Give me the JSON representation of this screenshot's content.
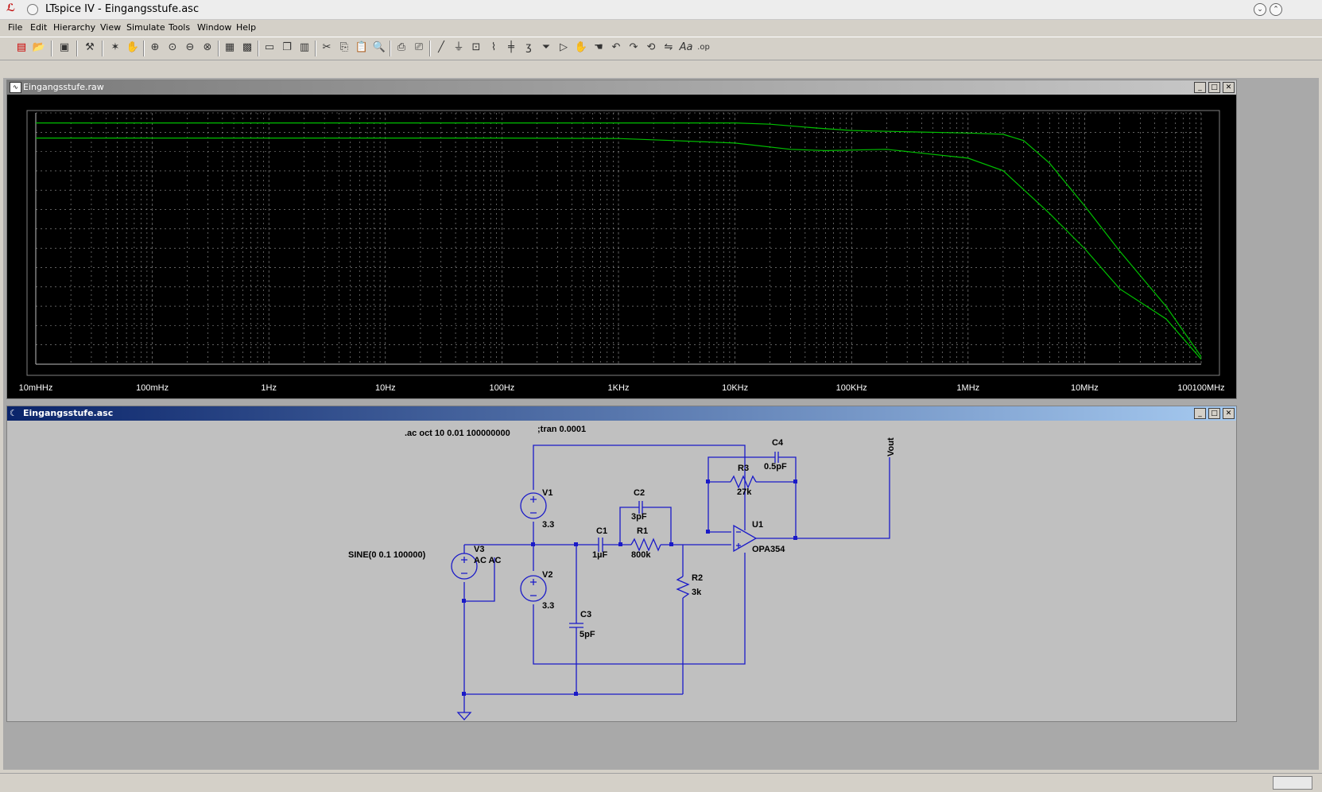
{
  "window": {
    "title": "LTspice IV - Eingangsstufe.asc",
    "app_icon": "ltspice-icon"
  },
  "menu": [
    "File",
    "Edit",
    "Hierarchy",
    "View",
    "Simulate",
    "Tools",
    "Window",
    "Help"
  ],
  "waveform_window": {
    "title": "Eingangsstufe.raw",
    "x_tick_labels": [
      "10mHHz",
      "100mHz",
      "1Hz",
      "10Hz",
      "100Hz",
      "1KHz",
      "10KHz",
      "100KHz",
      "1MHz",
      "10MHz",
      "100100MHz"
    ],
    "trace_color": "#00c000",
    "grid": true,
    "x_scale": "log"
  },
  "schematic_window": {
    "title": "Eingangsstufe.asc",
    "directives": {
      "ac": ".ac oct 10 0.01 100000000",
      "tran": ";tran 0.0001"
    },
    "components": {
      "V1": {
        "name": "V1",
        "value": "3.3"
      },
      "V2": {
        "name": "V2",
        "value": "3.3"
      },
      "V3": {
        "name": "V3",
        "value": "AC AC",
        "source": "SINE(0 0.1 100000)"
      },
      "C1": {
        "name": "C1",
        "value": "1µF"
      },
      "C2": {
        "name": "C2",
        "value": "3pF"
      },
      "C3": {
        "name": "C3",
        "value": "5pF"
      },
      "C4": {
        "name": "C4",
        "value": "0.5pF"
      },
      "R1": {
        "name": "R1",
        "value": "800k"
      },
      "R2": {
        "name": "R2",
        "value": "3k"
      },
      "R3": {
        "name": "R3",
        "value": "27k"
      },
      "U1": {
        "name": "U1",
        "value": "OPA354"
      }
    },
    "net_label": "Vout",
    "wire_color": "#2020c0"
  },
  "chart_data": {
    "type": "line",
    "xscale": "log",
    "xlim": [
      0.01,
      100000000
    ],
    "x_tick_labels": [
      "10mHHz",
      "100mHz",
      "1Hz",
      "10Hz",
      "100Hz",
      "1KHz",
      "10KHz",
      "100KHz",
      "1MHz",
      "10MHz",
      "100100MHz"
    ],
    "ylim": [
      0,
      1
    ],
    "grid": true,
    "series": [
      {
        "x": [
          0.01,
          1,
          100,
          10000,
          20000,
          50000,
          100000,
          300000,
          1000000,
          2000000,
          3000000,
          5000000,
          10000000,
          20000000,
          50000000,
          100000000
        ],
        "y": [
          0.96,
          0.96,
          0.96,
          0.96,
          0.955,
          0.94,
          0.93,
          0.925,
          0.92,
          0.915,
          0.89,
          0.8,
          0.63,
          0.45,
          0.23,
          0.03
        ]
      },
      {
        "x": [
          0.01,
          1,
          100,
          1000,
          3000,
          10000,
          30000,
          60000,
          200000,
          1000000,
          2000000,
          5000000,
          10000000,
          20000000,
          50000000,
          100000000
        ],
        "y": [
          0.9,
          0.9,
          0.9,
          0.898,
          0.89,
          0.88,
          0.855,
          0.85,
          0.855,
          0.82,
          0.77,
          0.6,
          0.46,
          0.3,
          0.18,
          0.02
        ]
      }
    ]
  }
}
